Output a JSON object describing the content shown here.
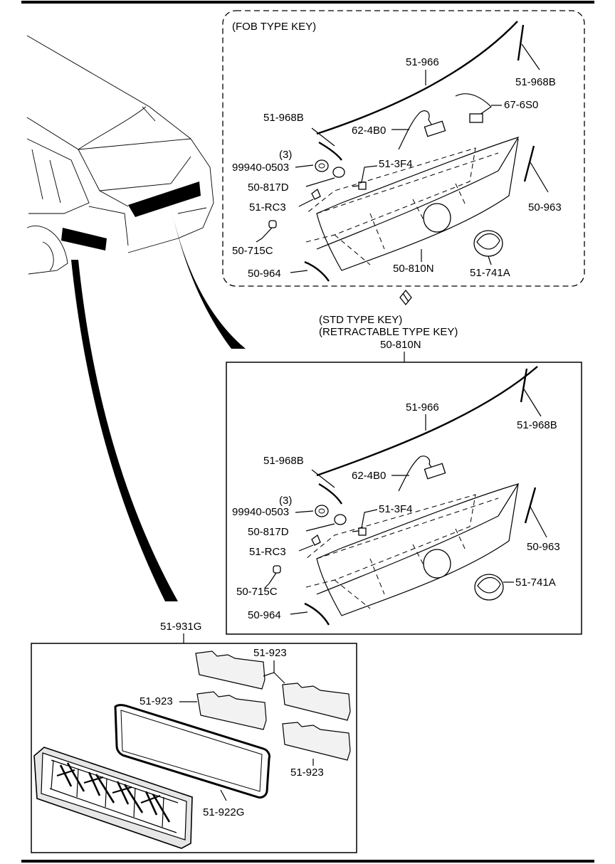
{
  "sections": {
    "fob": {
      "title": "(FOB TYPE KEY)",
      "labels": {
        "s51_966": "51-966",
        "s51_968b_top": "51-968B",
        "s67_6s0": "67-6S0",
        "s51_968b_left": "51-968B",
        "s62_4b0": "62-4B0",
        "qty": "(3)",
        "s99940": "99940-0503",
        "s51_3f4": "51-3F4",
        "s50_817d": "50-817D",
        "s50_963": "50-963",
        "s51_rc3": "51-RC3",
        "s50_715c": "50-715C",
        "s50_810n": "50-810N",
        "s51_741a": "51-741A",
        "s50_964": "50-964"
      }
    },
    "std": {
      "title_line1": "(STD TYPE KEY)",
      "title_line2": "(RETRACTABLE TYPE KEY)",
      "ref": "50-810N",
      "labels": {
        "s51_966": "51-966",
        "s51_968b_right": "51-968B",
        "s51_968b_left": "51-968B",
        "s62_4b0": "62-4B0",
        "qty": "(3)",
        "s99940": "99940-0503",
        "s51_3f4": "51-3F4",
        "s50_817d": "50-817D",
        "s50_963": "50-963",
        "s51_rc3": "51-RC3",
        "s50_715c": "50-715C",
        "s51_741a": "51-741A",
        "s50_964": "50-964"
      }
    },
    "grille": {
      "ref": "51-931G",
      "labels": {
        "s51_923_top": "51-923",
        "s51_923_left": "51-923",
        "s51_923_bottom": "51-923",
        "s51_922g": "51-922G"
      }
    }
  }
}
